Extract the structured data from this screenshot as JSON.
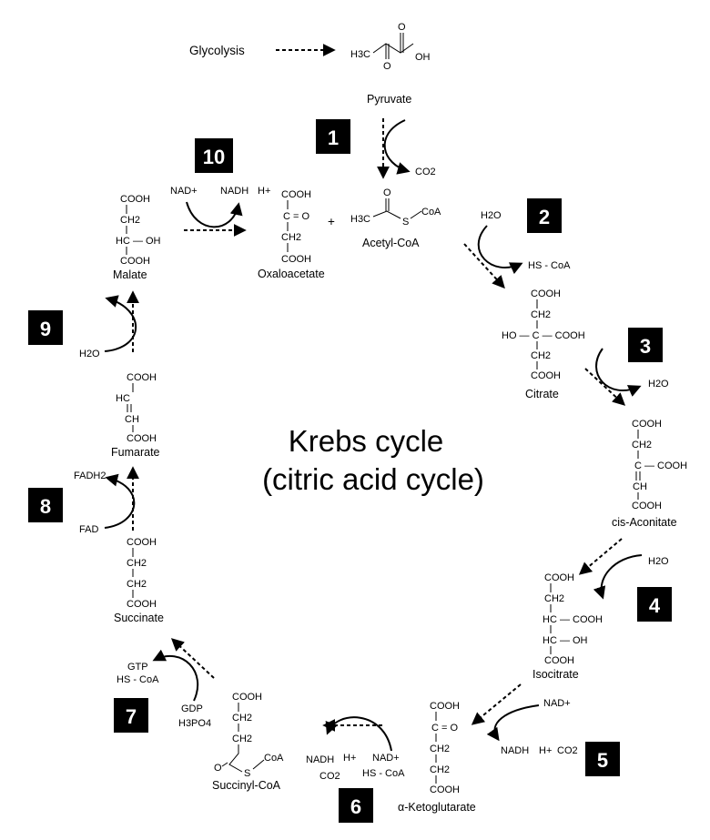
{
  "title": {
    "line1": "Krebs cycle",
    "line2": "(citric acid cycle)"
  },
  "labels": {
    "glycolysis": "Glycolysis",
    "plus": "+",
    "h2o": "H2O",
    "co2": "CO2",
    "nad": "NAD+",
    "nadh": "NADH",
    "hplus": "H+",
    "fad": "FAD",
    "fadh2": "FADH2",
    "gtp": "GTP",
    "gdp": "GDP",
    "h3po4": "H3PO4",
    "hscoa": "HS - CoA",
    "coa": "CoA",
    "s": "S",
    "o": "O",
    "oh": "OH",
    "ho": "HO",
    "h3c": "H3C",
    "cooh": "COOH",
    "ch2": "CH2",
    "c": "C",
    "ch": "CH",
    "hc": "HC",
    "dbl_o": "O",
    "hc_oh": "HC — OH",
    "c_eq_o": "C = O",
    "ho_c_cooh": "HO — C — COOH",
    "c_cooh": "C — COOH",
    "hc_cooh": "HC — COOH"
  },
  "molecules": {
    "pyruvate": "Pyruvate",
    "acetyl_coa": "Acetyl-CoA",
    "oxaloacetate": "Oxaloacetate",
    "malate": "Malate",
    "citrate": "Citrate",
    "cis_aconitate": "cis-Aconitate",
    "isocitrate": "Isocitrate",
    "a_ketoglutarate": "α-Ketoglutarate",
    "succinyl_coa": "Succinyl-CoA",
    "succinate": "Succinate",
    "fumarate": "Fumarate"
  },
  "steps": [
    "1",
    "2",
    "3",
    "4",
    "5",
    "6",
    "7",
    "8",
    "9",
    "10"
  ],
  "colors": {
    "box": "#000000",
    "box_text": "#ffffff",
    "line": "#000000"
  }
}
